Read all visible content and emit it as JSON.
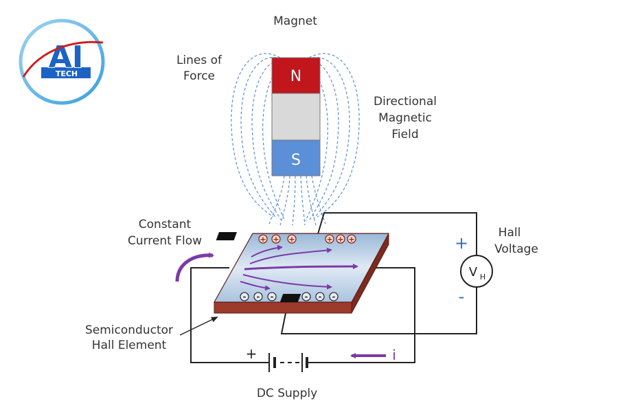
{
  "logo": {
    "main": "AI",
    "sub": "TECH"
  },
  "labels": {
    "magnet": "Magnet",
    "lines_of_force_1": "Lines of",
    "lines_of_force_2": "Force",
    "directional_1": "Directional",
    "directional_2": "Magnetic",
    "directional_3": "Field",
    "constant_1": "Constant",
    "constant_2": "Current Flow",
    "hall_1": "Hall",
    "hall_2": "Voltage",
    "semi_1": "Semiconductor",
    "semi_2": "Hall Element",
    "dc_supply": "DC Supply",
    "current_symbol": "i",
    "plus_hall": "+",
    "minus_hall": "-",
    "plus_battery": "+"
  },
  "magnet": {
    "north": "N",
    "south": "S"
  },
  "meter": {
    "symbol": "V",
    "subscript": "H"
  },
  "charges": {
    "positive": "+",
    "negative": "-"
  },
  "colors": {
    "north": "#c0161c",
    "south": "#5b8fd8",
    "middle": "#d9d9d9",
    "field_lines": "#5a8fd0",
    "current_arrows": "#7b3aa8",
    "plate_edge": "#9c3a2c",
    "logo_blue": "#1c63c6",
    "logo_red": "#cc1f1f"
  }
}
